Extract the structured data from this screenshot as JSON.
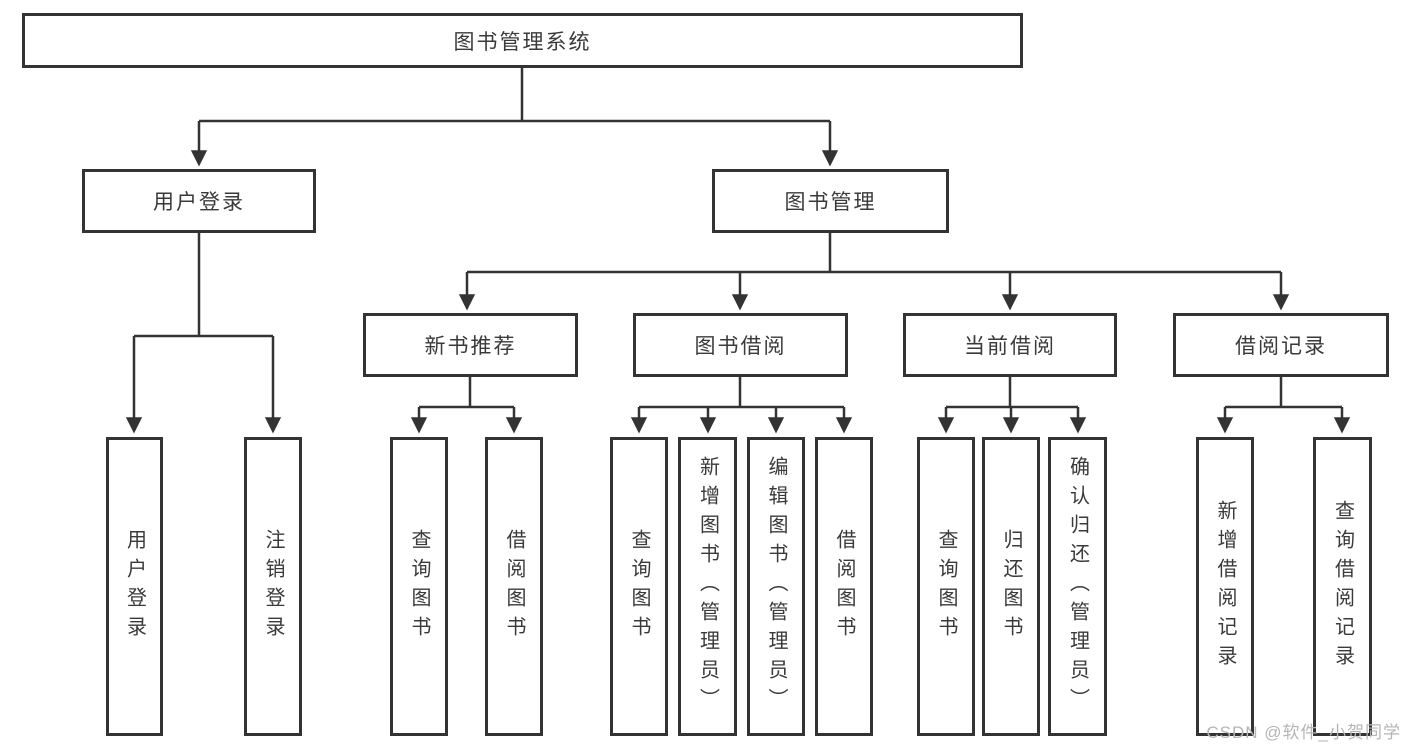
{
  "diagram": {
    "title": "图书管理系统",
    "root": {
      "label": "图书管理系统"
    },
    "branches": {
      "user_login": {
        "label": "用户登录"
      },
      "book_mgmt": {
        "label": "图书管理"
      }
    },
    "modules": {
      "new_book": {
        "label": "新书推荐"
      },
      "borrow": {
        "label": "图书借阅"
      },
      "current": {
        "label": "当前借阅"
      },
      "records": {
        "label": "借阅记录"
      }
    },
    "leaves": {
      "user_login_leaf": "用户登录",
      "logout": "注销登录",
      "new_book_query": "查询图书",
      "new_book_borrow": "借阅图书",
      "borrow_query": "查询图书",
      "borrow_add": "新增图书（管理员）",
      "borrow_edit": "编辑图书（管理员）",
      "borrow_do": "借阅图书",
      "current_query": "查询图书",
      "current_return": "归还图书",
      "current_confirm": "确认归还（管理员）",
      "records_add": "新增借阅记录",
      "records_query": "查询借阅记录"
    }
  },
  "watermark": "CSDN @软件_小贺同学",
  "colors": {
    "line": "#333333",
    "border": "#333333",
    "text": "#3a3a3a",
    "watermark": "#b5b5b5",
    "background": "#ffffff"
  }
}
